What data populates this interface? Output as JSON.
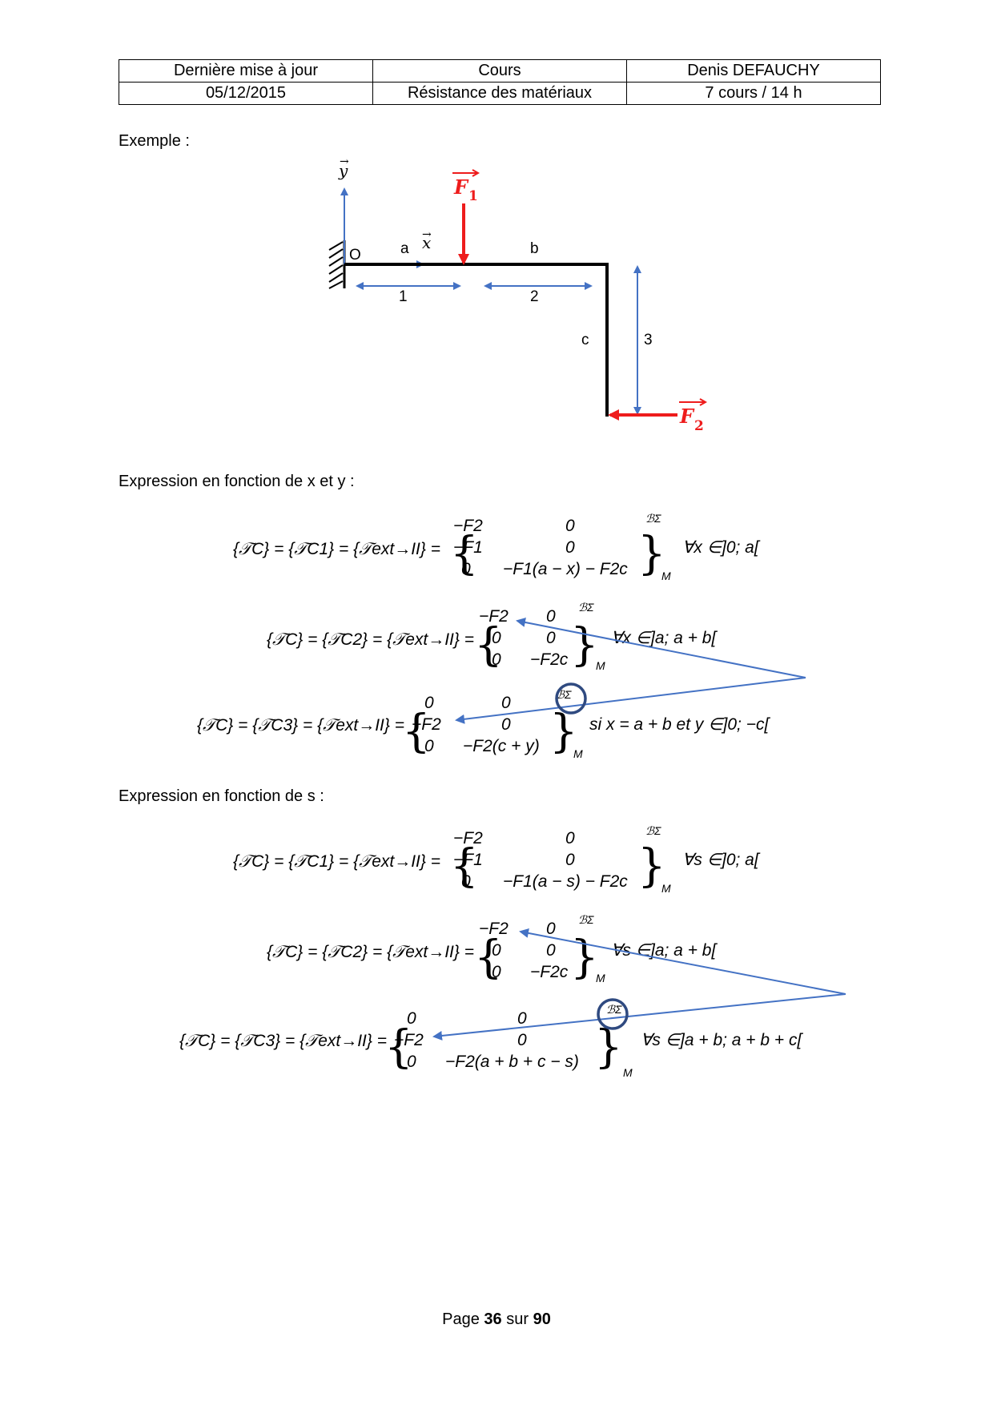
{
  "header": {
    "row1": [
      "Dernière mise à jour",
      "Cours",
      "Denis DEFAUCHY"
    ],
    "row2": [
      "05/12/2015",
      "Résistance des matériaux",
      "7 cours / 14 h"
    ]
  },
  "example_label": "Exemple :",
  "diagram": {
    "y_axis": "y",
    "x_axis": "x",
    "origin": "O",
    "a": "a",
    "b": "b",
    "c": "c",
    "seg1": "1",
    "seg2": "2",
    "seg3": "3",
    "F1": "F",
    "F1_sub": "1",
    "F2": "F",
    "F2_sub": "2",
    "colors": {
      "force": "#ee1c1c",
      "axis": "#4472c4",
      "circle": "#2f4a80",
      "beam": "#000000"
    }
  },
  "section1_label": "Expression en fonction de x et y :",
  "section2_label": "Expression en fonction de s :",
  "eq_xy": {
    "lhs1": "{𝒯C} = {𝒯C1} = {𝒯ext→II} =",
    "lhs2": "{𝒯C} = {𝒯C2} = {𝒯ext→II} =",
    "lhs3": "{𝒯C} = {𝒯C3} = {𝒯ext→II} =",
    "m1": [
      "−F2",
      "0",
      "−F1",
      "0",
      "0",
      "−F1(a − x) − F2c"
    ],
    "m2": [
      "−F2",
      "0",
      "0",
      "0",
      "0",
      "−F2c"
    ],
    "m3": [
      "0",
      "0",
      "−F2",
      "0",
      "0",
      "−F2(c + y)"
    ],
    "cond1": "∀x ∈]0; a[",
    "cond2": "∀x ∈]a; a + b[",
    "cond3": "si x = a + b et y ∈]0; −c["
  },
  "eq_s": {
    "m1": [
      "−F2",
      "0",
      "−F1",
      "0",
      "0",
      "−F1(a − s) − F2c"
    ],
    "m2": [
      "−F2",
      "0",
      "0",
      "0",
      "0",
      "−F2c"
    ],
    "m3": [
      "0",
      "0",
      "−F2",
      "0",
      "0",
      "−F2(a + b + c − s)"
    ],
    "cond1": "∀s ∈]0; a[",
    "cond2": "∀s ∈]a; a + b[",
    "cond3": "∀s ∈]a + b; a + b + c["
  },
  "basis": "ℬΣ",
  "point": "M",
  "footer": {
    "page_word": "Page",
    "page": "36",
    "sur": "sur",
    "total": "90"
  }
}
